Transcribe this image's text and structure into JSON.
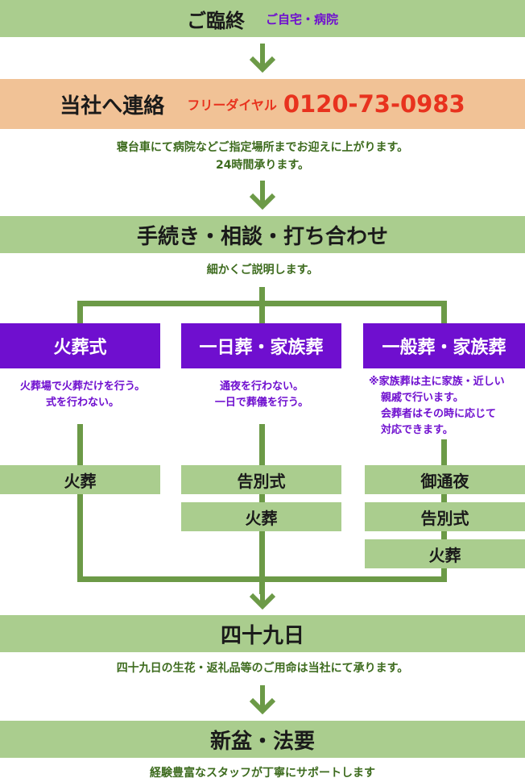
{
  "step1": {
    "title": "ご臨終",
    "sub": "ご自宅・病院"
  },
  "step2": {
    "title": "当社へ連絡",
    "free_dial_label": "フリーダイヤル",
    "phone": "0120-73-0983",
    "note_lines": [
      "寝台車にて病院などご指定場所までお迎えに上がります。",
      "24時間承ります。"
    ]
  },
  "step3": {
    "title": "手続き・相談・打ち合わせ",
    "note": "細かくご説明します。"
  },
  "options": [
    {
      "title": "火葬式",
      "desc_lines": [
        "火葬場で火葬だけを行う。",
        "式を行わない。"
      ],
      "steps": [
        "火葬"
      ]
    },
    {
      "title": "一日葬・家族葬",
      "desc_lines": [
        "通夜を行わない。",
        "一日で葬儀を行う。"
      ],
      "steps": [
        "告別式",
        "火葬"
      ]
    },
    {
      "title": "一般葬・家族葬",
      "desc_lines": [
        "※家族葬は主に家族・近しい",
        "親戚で行います。",
        "会葬者はその時に応じて",
        "対応できます。"
      ],
      "steps": [
        "御通夜",
        "告別式",
        "火葬"
      ]
    }
  ],
  "step4": {
    "title": "四十九日",
    "note": "四十九日の生花・返礼品等のご用命は当社にて承ります。"
  },
  "step5": {
    "title": "新盆・法要",
    "note": "経験豊富なスタッフが丁寧にサポートします"
  },
  "colors": {
    "green_bar": "#aacd8e",
    "peach_bar": "#f1c296",
    "purple": "#6f0fcf",
    "line_green": "#6c9a47",
    "note_green": "#3d6b1e",
    "phone_red": "#e8321e"
  }
}
